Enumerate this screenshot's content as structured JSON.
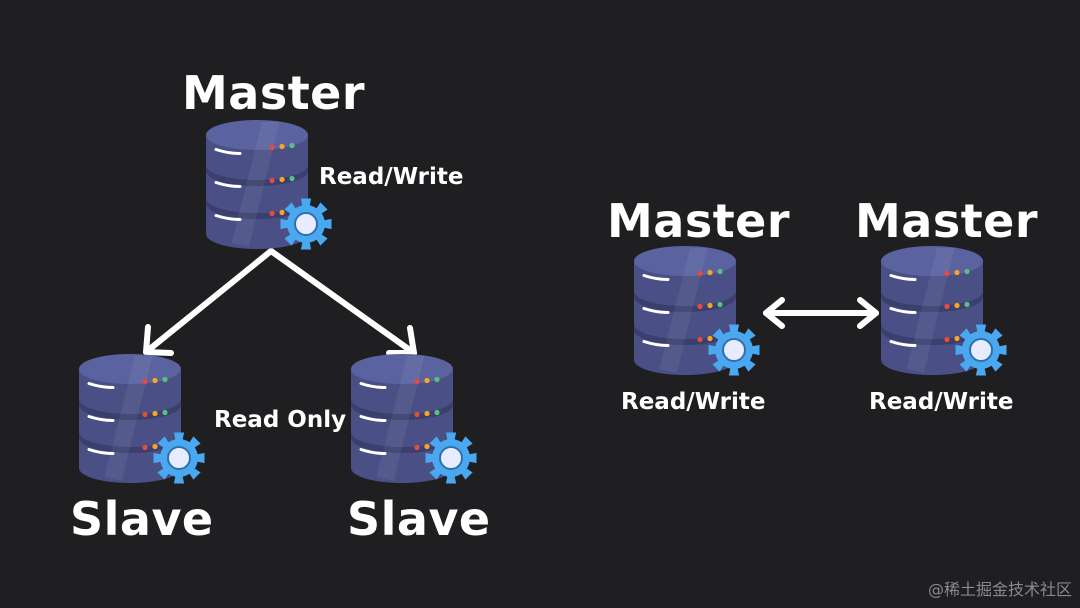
{
  "colors": {
    "background": "#1f1f22",
    "db_body": "#4a5085",
    "db_dark": "#3a3f6e",
    "db_top": "#5a63a0",
    "gear": "#4aa8f0",
    "gear_center": "#e8ecff",
    "arrow": "#ffffff",
    "led_red": "#e94a3f",
    "led_orange": "#f5a623",
    "led_green": "#58c27d"
  },
  "icons": [
    "database-icon",
    "gear-icon",
    "arrow-icon"
  ],
  "left_diagram": {
    "master": {
      "title": "Master",
      "label": "Read/Write"
    },
    "slaves": [
      {
        "title": "Slave"
      },
      {
        "title": "Slave"
      }
    ],
    "read_label": "Read Only"
  },
  "right_diagram": {
    "masters": [
      {
        "title": "Master",
        "label": "Read/Write"
      },
      {
        "title": "Master",
        "label": "Read/Write"
      }
    ]
  },
  "watermark": "@稀土掘金技术社区"
}
